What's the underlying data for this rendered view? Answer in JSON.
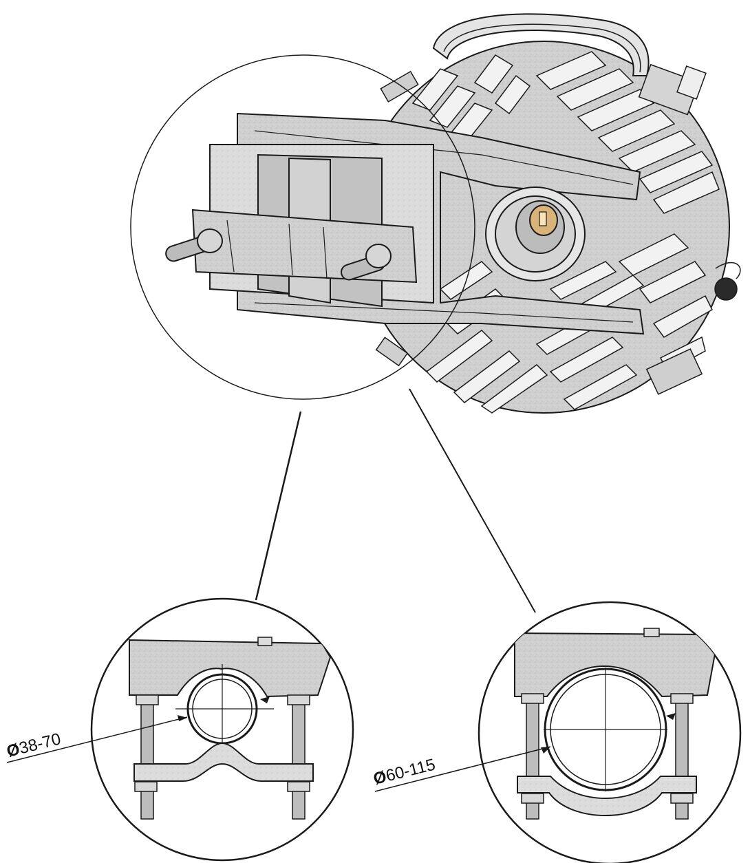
{
  "diagram": {
    "detail_small": {
      "symbol": "Ø",
      "range": "38-70"
    },
    "detail_large": {
      "symbol": "Ø",
      "range": "60-115"
    }
  },
  "colors": {
    "metal": "#c9c9c9",
    "metal_light": "#dedede",
    "metal_dark": "#a9a9a9",
    "line": "#1a1a1a",
    "fin": "#f2f2f2"
  }
}
